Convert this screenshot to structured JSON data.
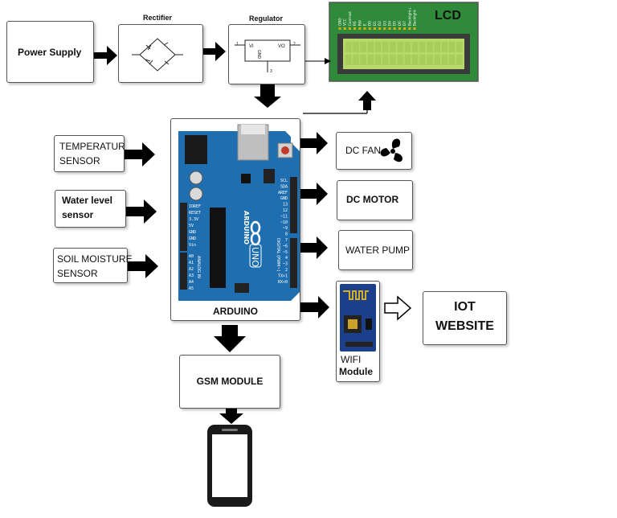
{
  "blocks": {
    "power_supply": "Power Supply",
    "rectifier": "Rectifier",
    "regulator": "Regulator",
    "regulator_vi": "VI",
    "regulator_vo": "VO",
    "regulator_gnd": "GND",
    "regulator_pin1": "1",
    "regulator_pin2": "2",
    "regulator_pin3": "3",
    "lcd": "LCD",
    "temperature_line1": "TEMPERATUR",
    "temperature_line2": "SENSOR",
    "water_level_line1": "Water level",
    "water_level_line2": "sensor",
    "soil_line1": "SOIL MOISTURE",
    "soil_line2": "SENSOR",
    "arduino": "ARDUINO",
    "dc_fan": "DC FAN",
    "dc_motor": "DC MOTOR",
    "water_pump": "WATER PUMP",
    "wifi_line1": "WIFI",
    "wifi_line2": "Module",
    "iot_line1": "IOT",
    "iot_line2": "WEBSITE",
    "gsm": "GSM MODULE"
  },
  "board": {
    "brand": "ARDUINO",
    "model": "UNO",
    "left_pins": [
      "IOREF",
      "RESET",
      "3.3V",
      "5V",
      "GND",
      "GND",
      "Vin"
    ],
    "analog_pins": [
      "A0",
      "A1",
      "A2",
      "A3",
      "A4",
      "A5"
    ],
    "analog_header": "ANALOG IN",
    "right_pins": [
      "SCL",
      "SDA",
      "AREF",
      "GND",
      "13",
      "12",
      "~11",
      "~10",
      "~9",
      "8",
      "7",
      "~6",
      "~5",
      "4",
      "~3",
      "2",
      "TX>1",
      "RX<0"
    ],
    "digital_header": "DIGITAL (PWM~)"
  },
  "lcd_pins": [
    "GND",
    "VCC",
    "Contrast",
    "RS",
    "RW",
    "E",
    "D0",
    "D1",
    "D2",
    "D3",
    "D4",
    "D5",
    "D6",
    "D7",
    "Backlight+",
    "Backlight-"
  ],
  "colors": {
    "board_blue": "#1f6fb0",
    "lcd_green": "#2f8a3a",
    "lcd_screen": "#b7d96a",
    "esp_blue": "#1c3f8c",
    "arrow": "#000000"
  }
}
